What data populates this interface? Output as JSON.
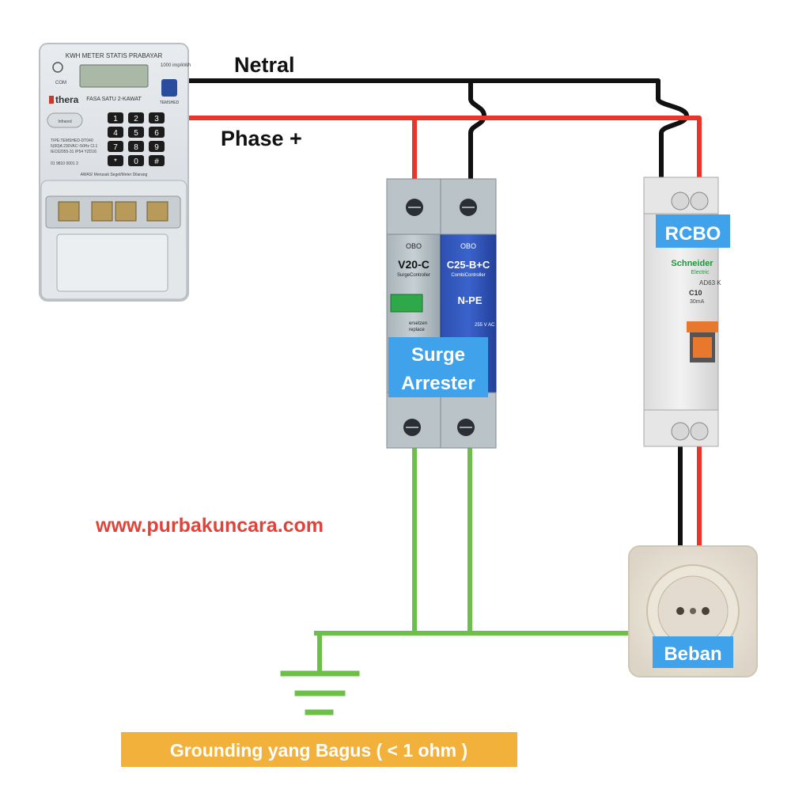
{
  "wires": {
    "neutral_label": "Netral",
    "phase_label": "Phase +",
    "colors": {
      "neutral": "#111111",
      "phase": "#e8352a",
      "ground": "#6cc04a"
    }
  },
  "kwh_meter": {
    "header": "KWH METER STATIS PRABAYAR",
    "subheader": "FASA SATU 2-KAWAT",
    "brand": "thera",
    "manufacturer": "TEMSHED",
    "imp_label": "1000 imp/kWh",
    "com_label": "COM",
    "infrared_label": "Infrared",
    "type_line1": "TIPE:TEMSHED-DT040",
    "type_line2": "5(60)A 230VAC~50Hz Cl.1",
    "type_line3": "IEC62055-31 IP54 YZD16",
    "serial": "01 9810 0001 3",
    "warning": "AWAS! Merusak Segel/Meter Dilarang",
    "keys": [
      "1",
      "2",
      "3",
      "4",
      "5",
      "6",
      "7",
      "8",
      "9",
      "*",
      "0",
      "#"
    ]
  },
  "surge_arrester": {
    "brand": "OBO",
    "left_model": "V20-C",
    "left_sub": "SurgeController",
    "left_text1": "ersetzen",
    "left_text2": "replace",
    "right_model": "C25-B+C",
    "right_sub": "CombiController",
    "right_mode": "N-PE",
    "right_spec": "255 V AC",
    "tag_line1": "Surge",
    "tag_line2": "Arrester"
  },
  "rcbo": {
    "tag": "RCBO",
    "brand_line1": "Schneider",
    "brand_line2": "Electric",
    "model": "AD63 K",
    "rating": "C10",
    "sensitivity": "30mA"
  },
  "load": {
    "tag": "Beban"
  },
  "website": "www.purbakuncara.com",
  "grounding_note": "Grounding yang Bagus ( < 1 ohm )",
  "colors": {
    "tag_blue": "#3fa2ea",
    "website_red": "#e0433a",
    "ground_note_bg": "#f2b13a"
  }
}
